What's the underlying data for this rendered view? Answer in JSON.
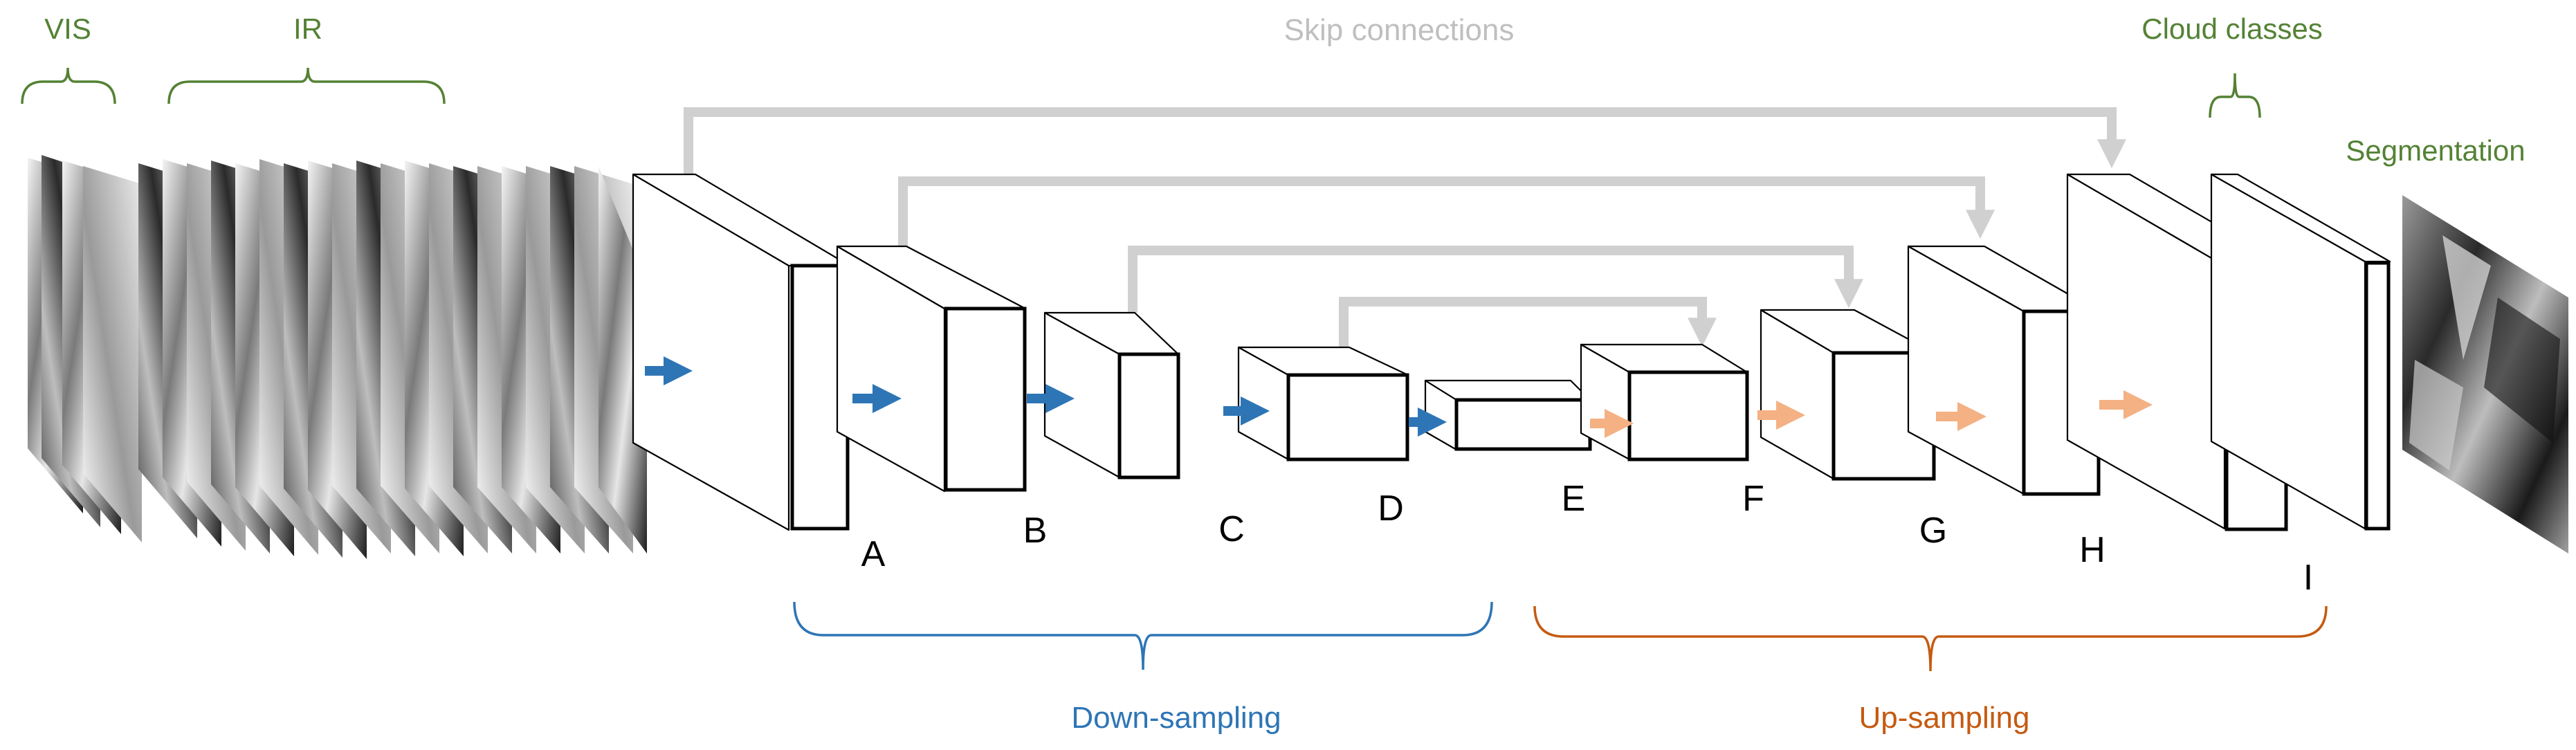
{
  "labels": {
    "vis": "VIS",
    "ir": "IR",
    "skip": "Skip connections",
    "cloud_classes": "Cloud classes",
    "segmentation": "Segmentation",
    "down": "Down-sampling",
    "up": "Up-sampling"
  },
  "blocks": [
    "A",
    "B",
    "C",
    "D",
    "E",
    "F",
    "G",
    "H",
    "I"
  ],
  "colors": {
    "label_green": "#548235",
    "down_blue": "#2e75b6",
    "up_orange": "#c55a11",
    "up_arrow": "#f4b183",
    "skip_gray": "#d0d0d0"
  }
}
